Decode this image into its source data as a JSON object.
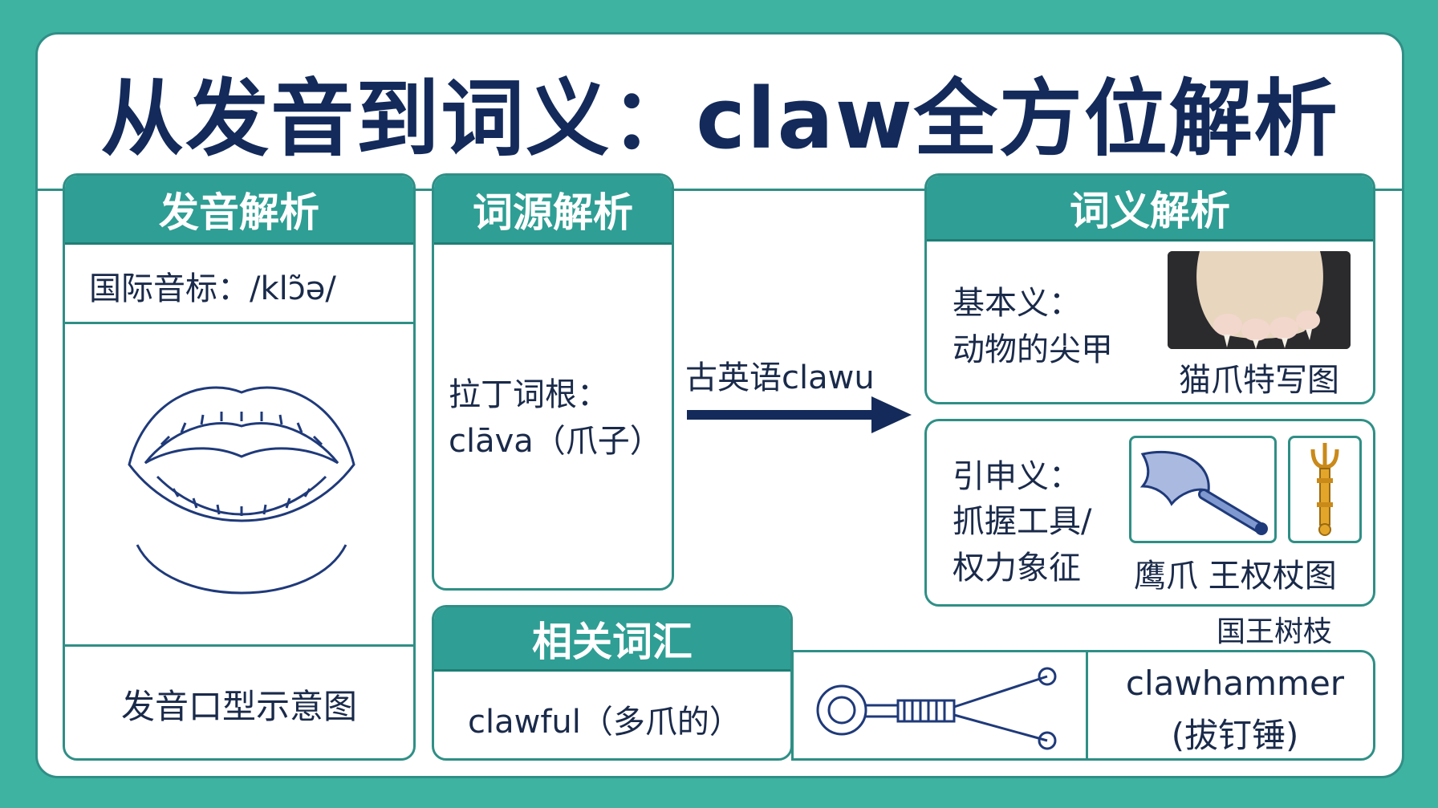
{
  "title": "从发音到词义：claw全方位解析",
  "pronunciation": {
    "heading": "发音解析",
    "ipa": "国际音标：/klɔ̃ə/",
    "caption": "发音口型示意图"
  },
  "etymology": {
    "heading": "词源解析",
    "root_line1": "拉丁词根：",
    "root_line2": "clāva（爪子）",
    "arrow_label": "古英语clawu"
  },
  "meaning": {
    "heading": "词义解析",
    "basic_line1": "基本义：",
    "basic_line2": "动物的尖甲",
    "cat_caption": "猫爪特写图",
    "ext_line1": "引申义：",
    "ext_line2": "抓握工具/",
    "ext_line3": "权力象征",
    "tool_caption": "鹰爪 王权杖图",
    "extra_caption": "国王树枝"
  },
  "related": {
    "heading": "相关词汇",
    "word1": "clawful（多爪的）",
    "word2_line1": "clawhammer",
    "word2_line2": "(拔钉锤)"
  },
  "colors": {
    "background": "#3fb3a2",
    "accent": "#2f9e94",
    "title": "#132a5a",
    "arrow": "#132a5a"
  }
}
